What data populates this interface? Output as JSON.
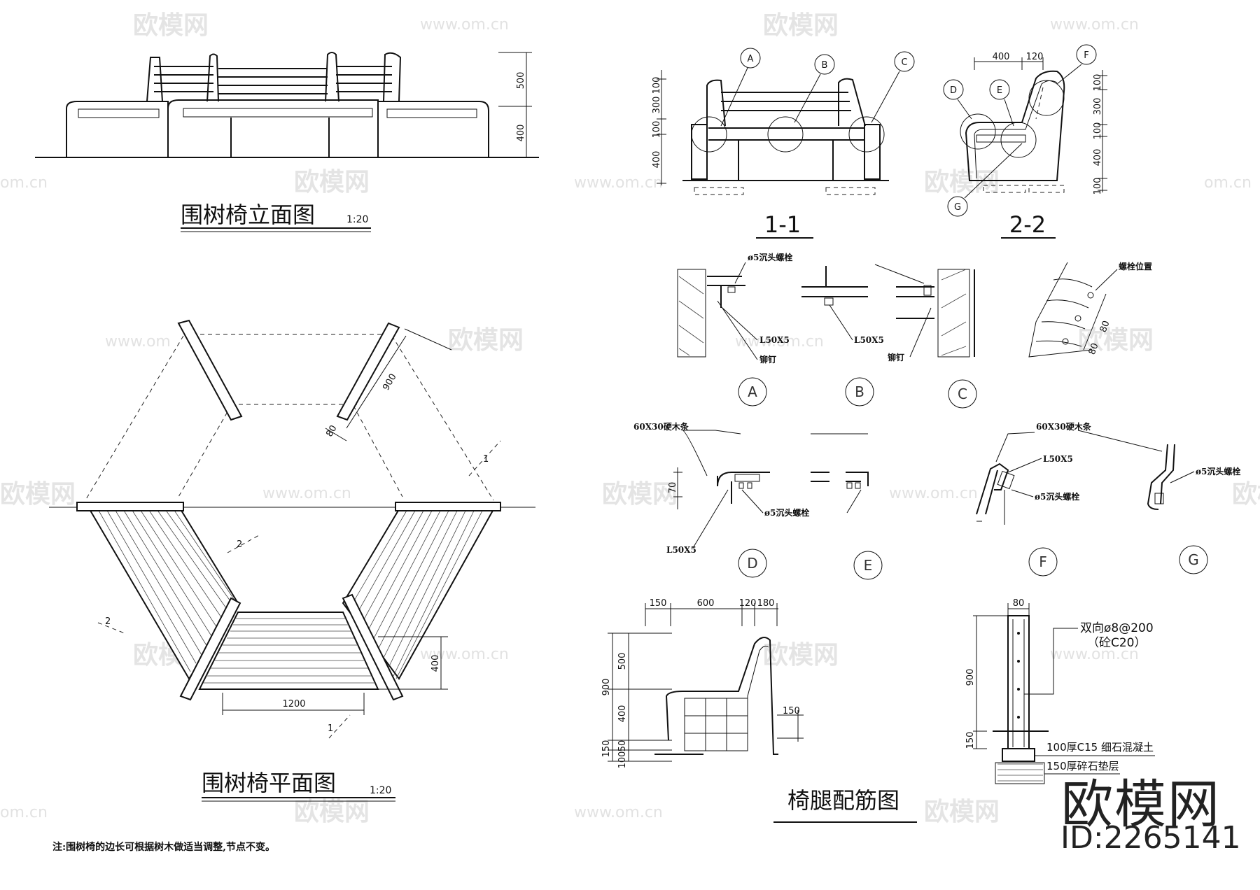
{
  "watermark": {
    "brand": "欧模网",
    "url": "www.om.cn",
    "url_short": "om.cn",
    "url_fragment": "www.om"
  },
  "logo": {
    "text": "欧模网",
    "id": "ID:2265141"
  },
  "elevation": {
    "title": "围树椅立面图",
    "scale": "1:20",
    "dim_500": "500",
    "dim_400": "400"
  },
  "plan": {
    "title": "围树椅平面图",
    "scale": "1:20",
    "dim_900": "900",
    "dim_80": "80",
    "dim_400": "400",
    "dim_1200": "1200",
    "cut_1": "1",
    "cut_2": "2"
  },
  "section_1": {
    "title": "1-1",
    "dims": [
      "100",
      "300",
      "100",
      "400"
    ],
    "callouts": [
      "A",
      "B",
      "C"
    ]
  },
  "section_2": {
    "title": "2-2",
    "dims_top": [
      "400",
      "120"
    ],
    "dims_side": [
      "100",
      "300",
      "100",
      "400",
      "100"
    ],
    "callouts": [
      "D",
      "E",
      "F",
      "G"
    ]
  },
  "details_abc": {
    "bolt": "ø5沉头螺栓",
    "angle": "L50X5",
    "rivet": "铆钉",
    "bolt_pos": "螺栓位置",
    "dims_80": "80",
    "dims_80b": "80",
    "circles": [
      "A",
      "B",
      "C"
    ]
  },
  "details_defg": {
    "wood": "60X30硬木条",
    "angle": "L50X5",
    "bolt": "ø5沉头螺栓",
    "dim_70": "70",
    "circles": [
      "D",
      "E",
      "F",
      "G"
    ]
  },
  "leg": {
    "title": "椅腿配筋图",
    "dims_top": [
      "150",
      "600",
      "120",
      "180"
    ],
    "dims_side": [
      "900",
      "500",
      "400",
      "150",
      "100",
      "50"
    ],
    "dim_150": "150",
    "dim_80": "80",
    "dim_900": "900",
    "dim_150b": "150",
    "rebar": "双向ø8@200",
    "concrete": "（砼C20）",
    "layer_1": "100厚C15 细石混凝土",
    "layer_2": "150厚碎石垫层"
  },
  "note": "注:围树椅的边长可根据树木做适当调整,节点不变。"
}
